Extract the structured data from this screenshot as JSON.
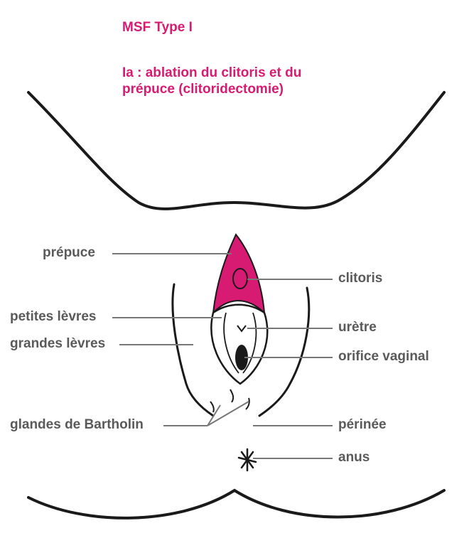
{
  "header": {
    "title": "MSF Type I",
    "subtitle": "Ia : ablation du clitoris et du prépuce (clitoridectomie)"
  },
  "labels_left": {
    "prepuce": "prépuce",
    "petites_levres": "petites lèvres",
    "grandes_levres": "grandes lèvres",
    "glandes": "glandes de Bartholin"
  },
  "labels_right": {
    "clitoris": "clitoris",
    "uretre": "urètre",
    "orifice": "orifice vaginal",
    "perinee": "périnée",
    "anus": "anus"
  },
  "colors": {
    "accent": "#d81b72",
    "label": "#5a5a5a",
    "line": "#1a1a1a"
  }
}
